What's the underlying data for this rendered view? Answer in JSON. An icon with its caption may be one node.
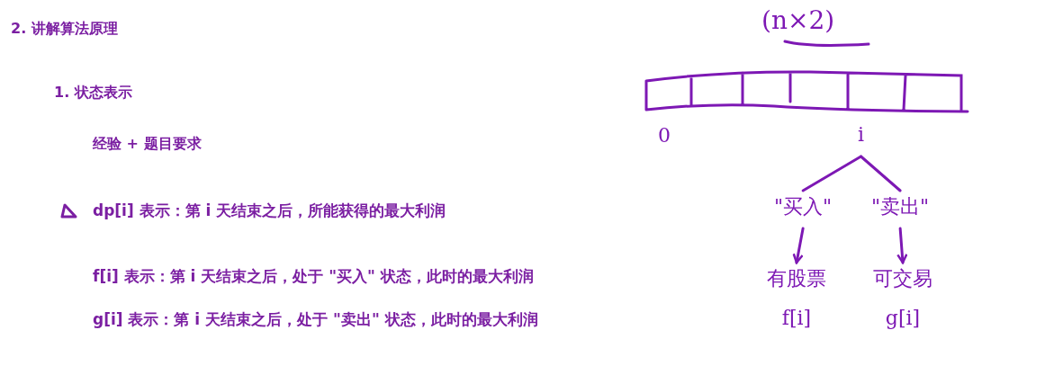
{
  "diagram": {
    "title": "2. 讲解算法原理",
    "nodes": [
      {
        "text": [
          "i"
        ]
      },
      {
        "text": [
          "\"买入\""
        ]
      },
      {
        "text": [
          "\"卖出\""
        ]
      },
      {
        "text": [
          "有股票",
          "f[i]"
        ]
      },
      {
        "text": [
          "可交易",
          "g[i]"
        ]
      }
    ],
    "edges": [
      {
        "from": 0,
        "to": 1,
        "arrow": "none"
      },
      {
        "from": 0,
        "to": 2,
        "arrow": "none"
      },
      {
        "from": 1,
        "to": 3,
        "arrow": "to"
      },
      {
        "from": 2,
        "to": 4,
        "arrow": "to"
      }
    ],
    "labels": [
      "1. 状态表示",
      "经验 + 题目要求",
      "dp[i] 表示：第 i 天结束之后，所能获得的最大利润",
      "f[i] 表示：第 i 天结束之后，处于 \"买入\" 状态，此时的最大利润",
      "g[i] 表示：第 i 天结束之后，处于 \"卖出\" 状态，此时的最大利润",
      "(n×2)",
      "0"
    ]
  }
}
